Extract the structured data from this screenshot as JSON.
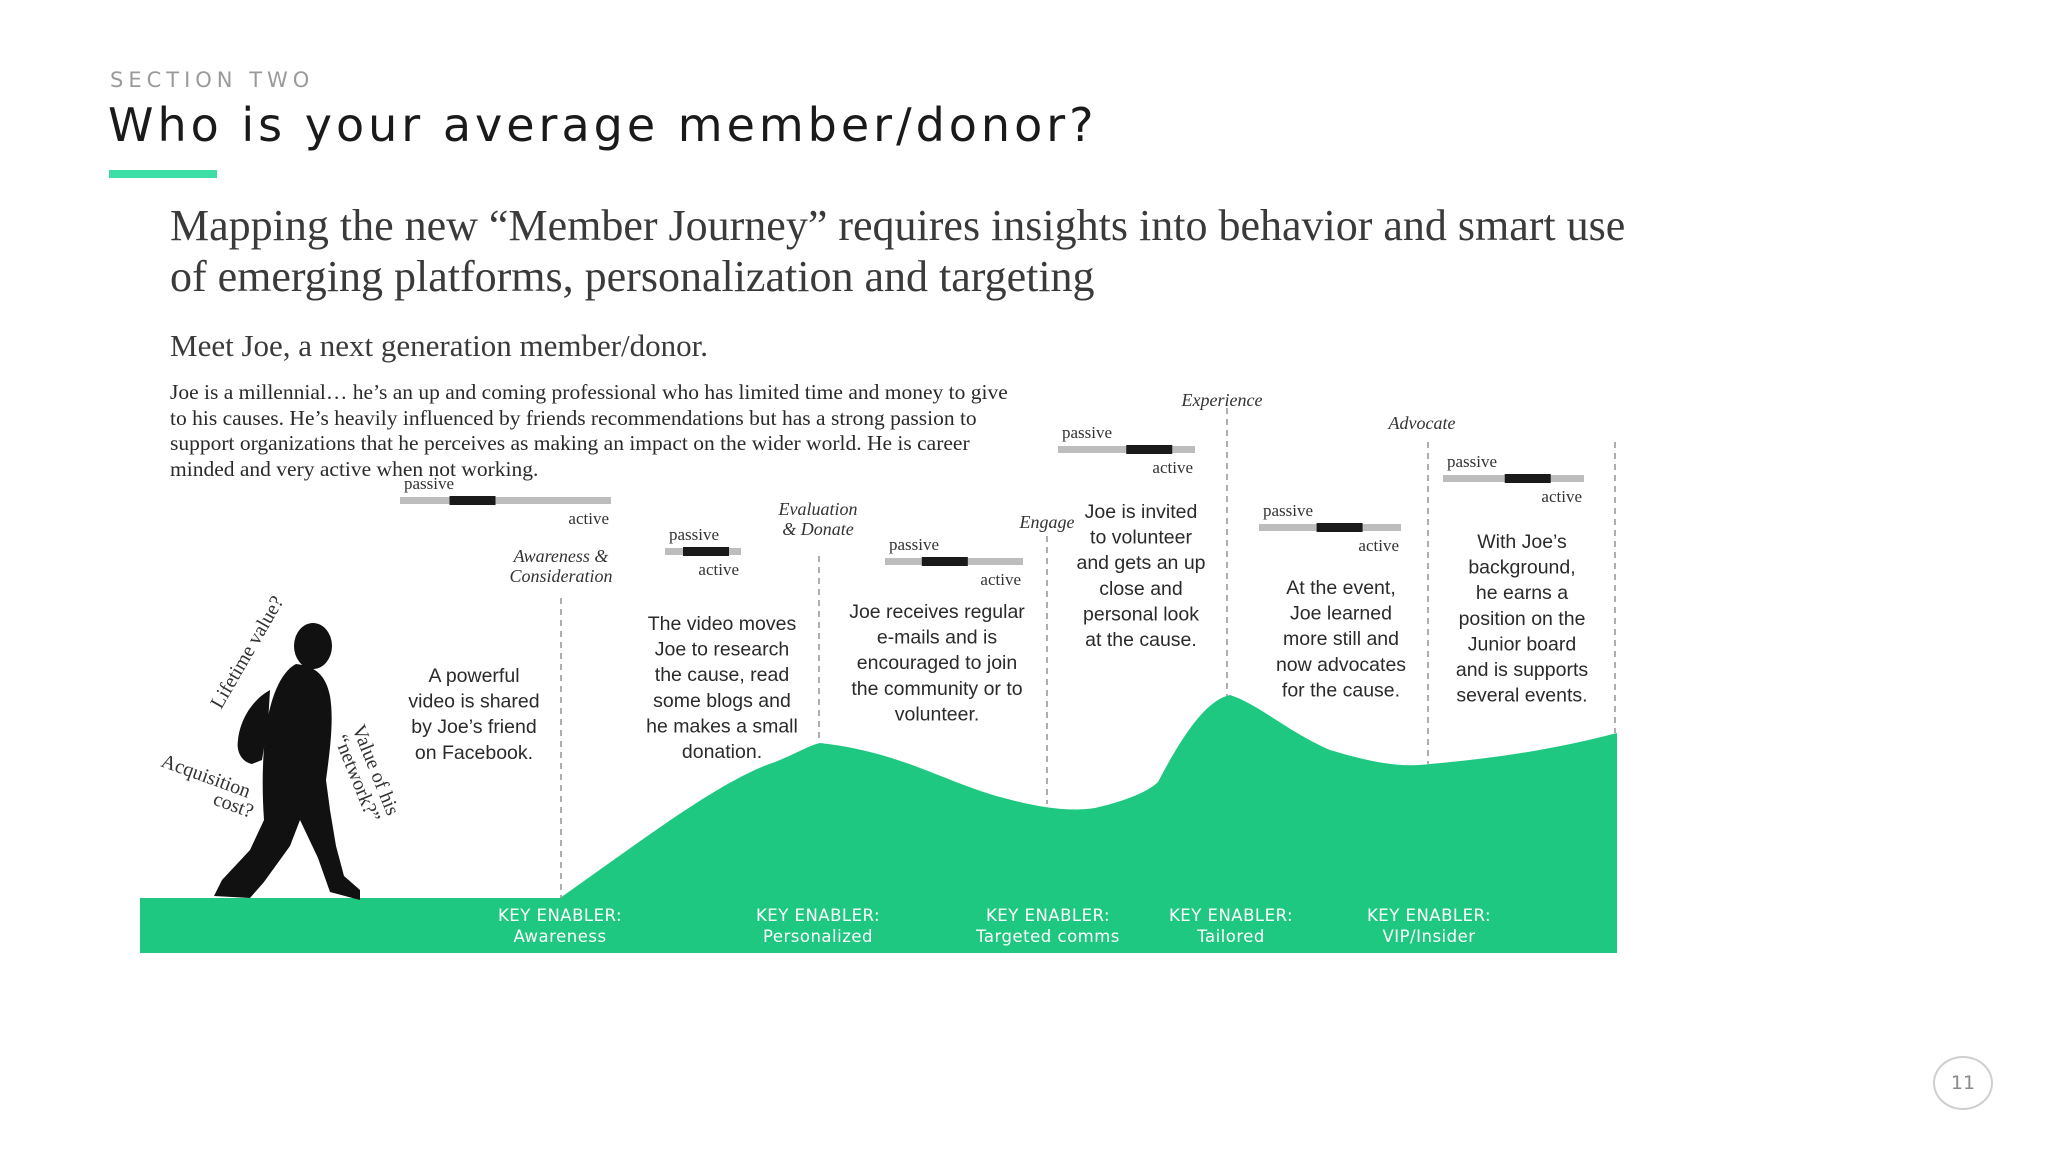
{
  "header": {
    "section_label": "SECTION TWO",
    "title": "Who is your average member/donor?",
    "accent_color": "#3ddfa6"
  },
  "headline": "Mapping the new “Member Journey” requires insights into behavior and smart use of emerging platforms, personalization and targeting",
  "subhead": "Meet Joe, a next generation member/donor.",
  "intro": "Joe is a millennial… he’s an up and coming professional who has limited time and money to give to his causes. He’s heavily influenced by friends recommendations but has a strong passion to support organizations that he perceives as making an impact on the wider world. He is career minded and very active when not working.",
  "journey": {
    "fill_color": "#1fc880",
    "figure_labels": {
      "lifetime_value": "Lifetime value?",
      "acquisition_line1": "Acquisition",
      "acquisition_line2": "cost?",
      "network_line1": "Value of his",
      "network_line2": "“network?”"
    },
    "stages": [
      {
        "stage_name": "Awareness & Consideration",
        "passive": "passive",
        "active": "active",
        "engagement_level": 0.3,
        "description": "A powerful video is shared by Joe’s friend on Facebook.",
        "key_enabler_label": "KEY ENABLER:",
        "key_enabler_value": "Awareness"
      },
      {
        "stage_name": "Evaluation & Donate",
        "passive": "passive",
        "active": "active",
        "engagement_level": 0.6,
        "description": "The video moves Joe to research the cause, read some blogs and he makes a small donation.",
        "key_enabler_label": "KEY ENABLER:",
        "key_enabler_value": "Personalized"
      },
      {
        "stage_name": "Engage",
        "passive": "passive",
        "active": "active",
        "engagement_level": 0.4,
        "description": "Joe receives regular e-mails and is encouraged to join the community or to volunteer.",
        "key_enabler_label": "KEY ENABLER:",
        "key_enabler_value": "Targeted comms"
      },
      {
        "stage_name": "Experience",
        "passive": "passive",
        "active": "active",
        "engagement_level": 0.75,
        "description": "Joe is invited to volunteer and gets an up close and personal look at the cause.",
        "key_enabler_label": "KEY ENABLER:",
        "key_enabler_value": "Tailored"
      },
      {
        "stage_name": "Advocate",
        "passive": "passive",
        "active": "active",
        "engagement_level": 0.6,
        "description": "At the event, Joe learned more still and now advocates for the cause.",
        "key_enabler_label": "KEY ENABLER:",
        "key_enabler_value": "VIP/Insider"
      },
      {
        "stage_name": "",
        "passive": "passive",
        "active": "active",
        "engagement_level": 0.65,
        "description": "With Joe’s background, he earns a position on the Junior board and is supports several events.",
        "key_enabler_label": "",
        "key_enabler_value": ""
      }
    ]
  },
  "page_number": "11"
}
